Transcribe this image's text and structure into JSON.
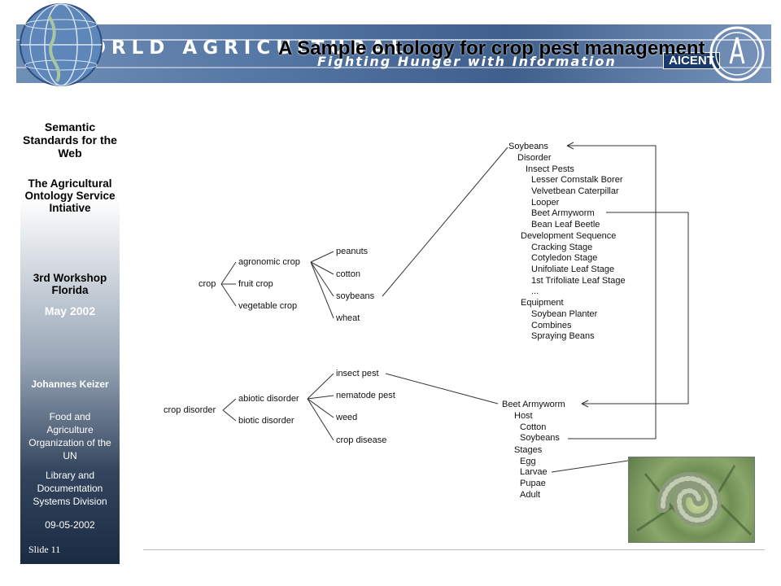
{
  "banner": {
    "main_text": "WORLD AGRICULTURAL",
    "sub_text": "Fighting Hunger with Information",
    "aicent": "AICENT"
  },
  "slide": {
    "title": "A Sample ontology for crop pest management"
  },
  "sidebar": {
    "line1": "Semantic Standards for the Web",
    "line2": "The Agricultural Ontology Service Intiative",
    "line3": "3rd Workshop Florida",
    "line4": "May 2002",
    "author": "Johannes Keizer",
    "org1": "Food and Agriculture Organization of the UN",
    "org2": "Library and Documentation Systems Division",
    "date": "09-05-2002",
    "slide_no": "Slide 11"
  },
  "tree_crop": {
    "root": "crop",
    "children": [
      "agronomic crop",
      "fruit crop",
      "vegetable crop"
    ],
    "leaves": [
      "peanuts",
      "cotton",
      "soybeans",
      "wheat"
    ]
  },
  "tree_disorder": {
    "root": "crop disorder",
    "children": [
      "abiotic disorder",
      "biotic disorder"
    ],
    "leaves": [
      "insect pest",
      "nematode pest",
      "weed",
      "crop disease"
    ]
  },
  "soybeans_tree": [
    "Soybeans",
    "Disorder",
    "Insect Pests",
    "Lesser Cornstalk Borer",
    "Velvetbean Caterpillar",
    "Looper",
    "Beet Armyworm",
    "Bean Leaf Beetle",
    "Development Sequence",
    "Cracking Stage",
    "Cotyledon Stage",
    "Unifoliate Leaf Stage",
    "1st Trifoliate Leaf Stage",
    "...",
    "Equipment",
    "Soybean Planter",
    "Combines",
    "Spraying Beans"
  ],
  "armyworm_tree": [
    "Beet Armyworm",
    "Host",
    "Cotton",
    "Soybeans",
    "Stages",
    "Egg",
    "Larvae",
    "Pupae",
    "Adult"
  ],
  "colors": {
    "sidebar_dark": "#1a2b42",
    "banner_blue": "#4a6c9b"
  }
}
